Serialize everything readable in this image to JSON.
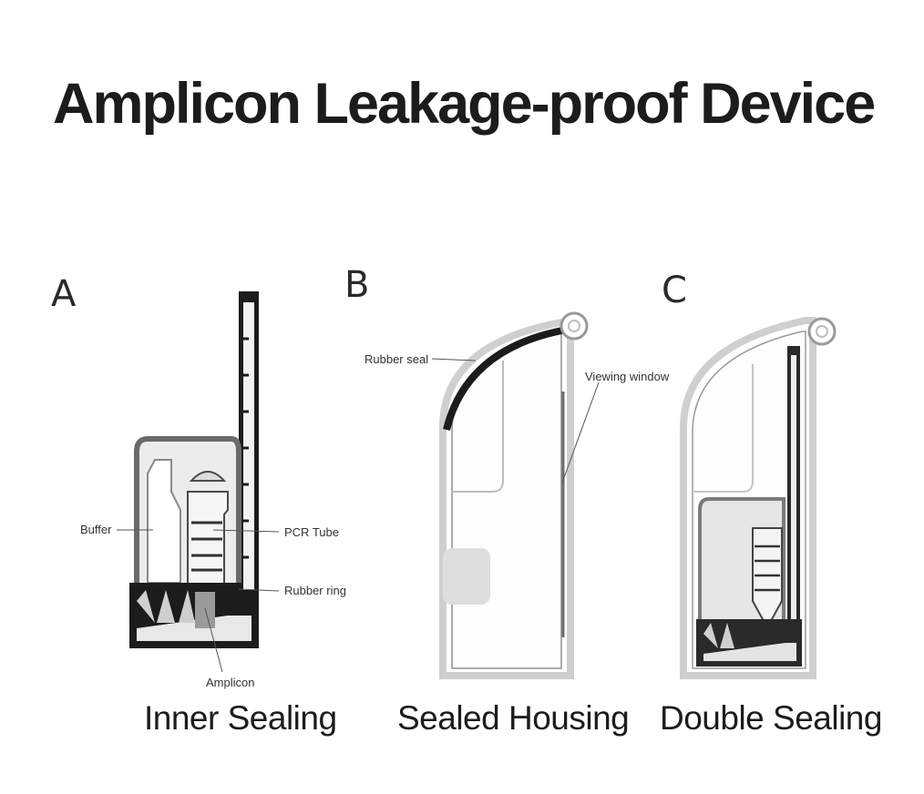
{
  "title": "Amplicon Leakage-proof Device",
  "panels": [
    {
      "letter": "A",
      "caption": "Inner Sealing"
    },
    {
      "letter": "B",
      "caption": "Sealed Housing"
    },
    {
      "letter": "C",
      "caption": "Double Sealing"
    }
  ],
  "callouts": {
    "buffer": "Buffer",
    "pcr_tube": "PCR Tube",
    "rubber_ring": "Rubber ring",
    "amplicon": "Amplicon",
    "rubber_seal": "Rubber seal",
    "viewing_window": "Viewing window"
  },
  "colors": {
    "ink": "#1c1c1c",
    "line": "#555555",
    "shade": "#cfcfcf"
  }
}
